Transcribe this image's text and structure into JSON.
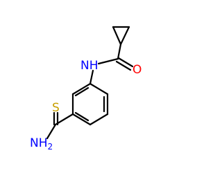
{
  "molecule": {
    "labels": {
      "nh": "NH",
      "o": "O",
      "s": "S",
      "nh2": "NH",
      "nh2_sub": "2"
    },
    "colors": {
      "bond": "#000000",
      "nitrogen": "#0000ff",
      "oxygen": "#ff0000",
      "sulfur": "#c8a000"
    }
  }
}
